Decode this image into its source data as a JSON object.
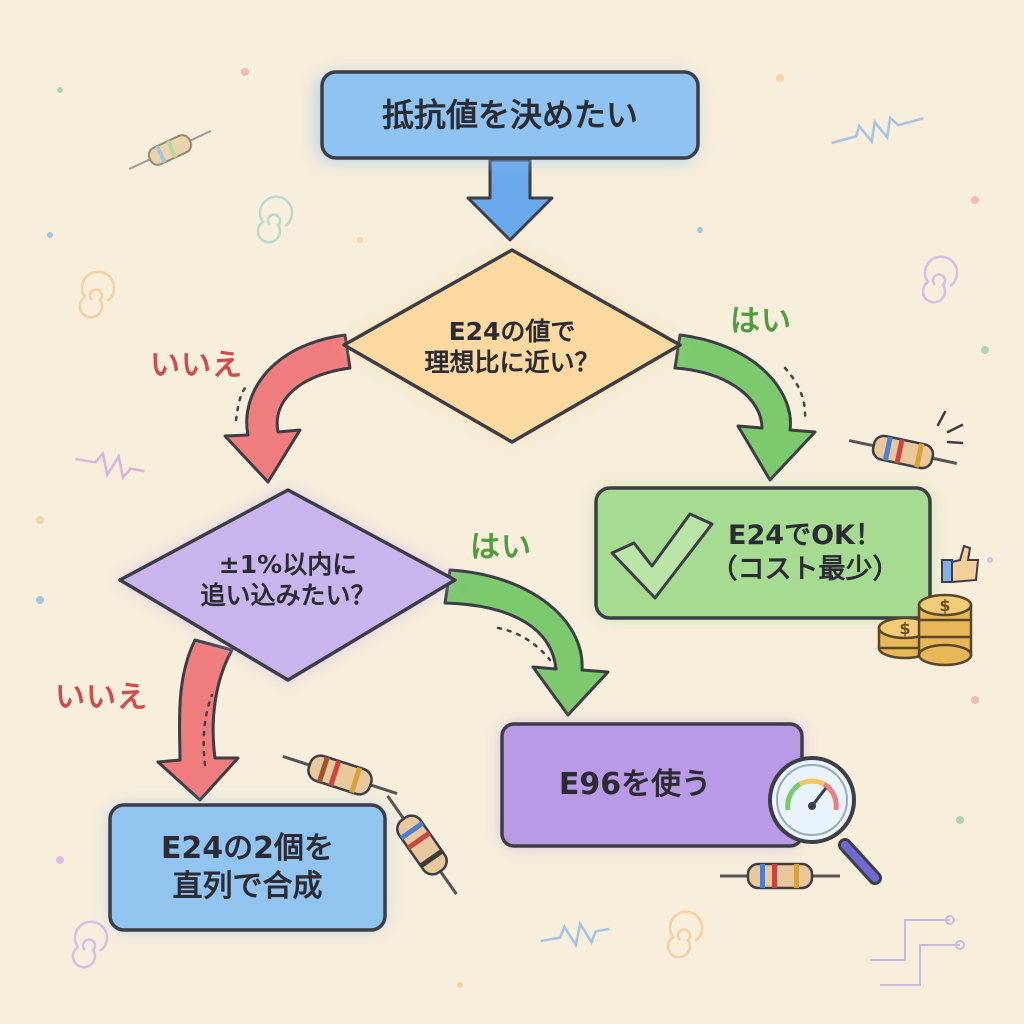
{
  "nodes": {
    "start": {
      "text": "抵抗値を決めたい"
    },
    "q1": {
      "line1": "E24の値で",
      "line2": "理想比に近い？"
    },
    "q2": {
      "line1": "±1%以内に",
      "line2": "追い込みたい？"
    },
    "ok": {
      "line1": "E24でOK！",
      "line2": "（コスト最少）"
    },
    "e96": {
      "text": "E96を使う"
    },
    "series": {
      "line1": "E24の2個を",
      "line2": "直列で合成"
    }
  },
  "edges": {
    "q1_yes": "はい",
    "q1_no": "いいえ",
    "q2_yes": "はい",
    "q2_no": "いいえ"
  },
  "colors": {
    "background": "#f7eedb",
    "start_fill": "#8ec3f2",
    "q1_fill": "#fbd9a0",
    "q2_fill": "#c9b5ee",
    "ok_fill": "#a6db92",
    "e96_fill": "#b99ae6",
    "series_fill": "#92c4f0",
    "yes_arrow": "#7cc96e",
    "no_arrow": "#ef7d7d",
    "down_arrow": "#6aa9ec",
    "yes_text": "#4f9d3e",
    "no_text": "#cf4c4c"
  },
  "icons": [
    "checkmark-icon",
    "magnifier-gauge-icon",
    "coins-icon",
    "thumbs-up-icon",
    "resistor-icon"
  ]
}
